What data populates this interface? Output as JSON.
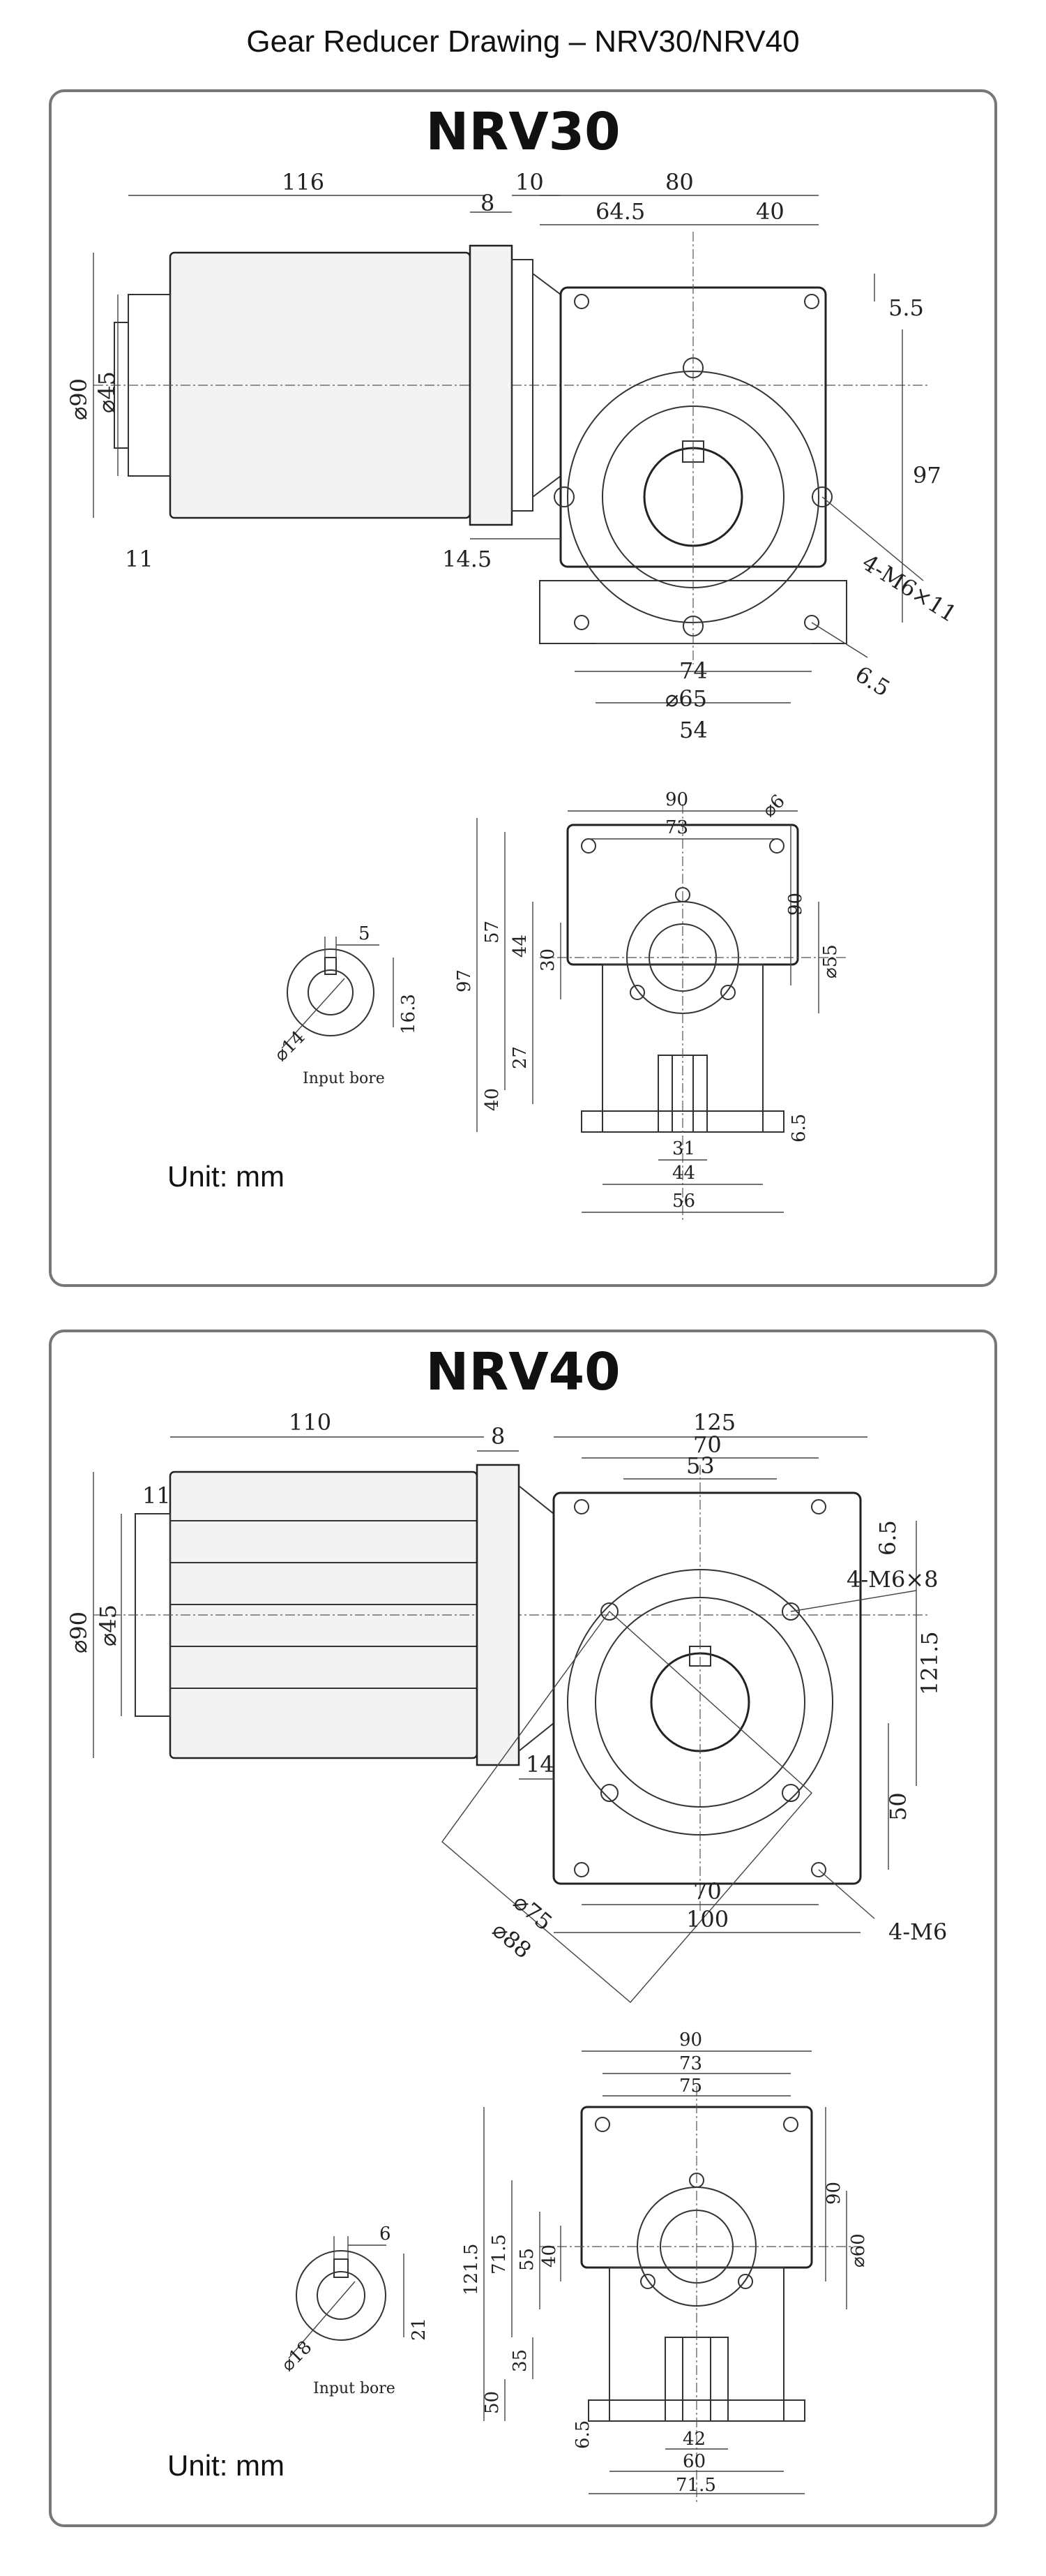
{
  "page_title": "Gear Reducer Drawing – NRV30/NRV40",
  "panels": [
    {
      "title": "NRV30",
      "unit": "Unit: mm",
      "side_view": {
        "motor_length": "116",
        "d1": "8",
        "d2": "10",
        "overall": "80",
        "off_a": "64.5",
        "off_b": "40",
        "top": "5.5",
        "height": "97",
        "holes": "4-M6×11",
        "motor_dia": "⌀90",
        "pilot_dia": "⌀45",
        "pilot_len": "11",
        "flange": "14.5",
        "bolt_span": "74",
        "circle": "⌀65",
        "base": "54",
        "foot": "6.5"
      },
      "front_view": {
        "w_outer": "90",
        "w_inner": "73",
        "hole": "⌀6",
        "h_right": "90",
        "h_total": "97",
        "h_57": "57",
        "h_44": "44",
        "h_30": "30",
        "h_27": "27",
        "h_40": "40",
        "dia_right": "⌀55",
        "foot": "6.5",
        "w_31": "31",
        "w_44": "44",
        "w_56": "56"
      },
      "input_bore": {
        "key": "5",
        "depth": "16.3",
        "dia": "⌀14",
        "caption": "Input bore"
      }
    },
    {
      "title": "NRV40",
      "unit": "Unit: mm",
      "side_view": {
        "motor_length": "110",
        "d1": "8",
        "overall": "125",
        "w_70": "70",
        "w_53": "53",
        "pilot_len": "11",
        "motor_dia": "⌀90",
        "pilot_dia": "⌀45",
        "top": "6.5",
        "holes": "4-M6×8",
        "height": "121.5",
        "flange": "14",
        "h_50": "50",
        "circle_75": "⌀75",
        "circle_88": "⌀88",
        "span_70": "70",
        "span_100": "100",
        "feet": "4-M6"
      },
      "front_view": {
        "w_90": "90",
        "w_73": "73",
        "w_75": "75",
        "h_total": "121.5",
        "h_71": "71.5",
        "h_55": "55",
        "h_40": "40",
        "h_35": "35",
        "h_50": "50",
        "h_90": "90",
        "dia_right": "⌀60",
        "foot": "6.5",
        "w_42": "42",
        "w_60": "60",
        "w_71": "71.5"
      },
      "input_bore": {
        "key": "6",
        "depth": "21",
        "dia": "⌀18",
        "caption": "Input bore"
      }
    }
  ]
}
